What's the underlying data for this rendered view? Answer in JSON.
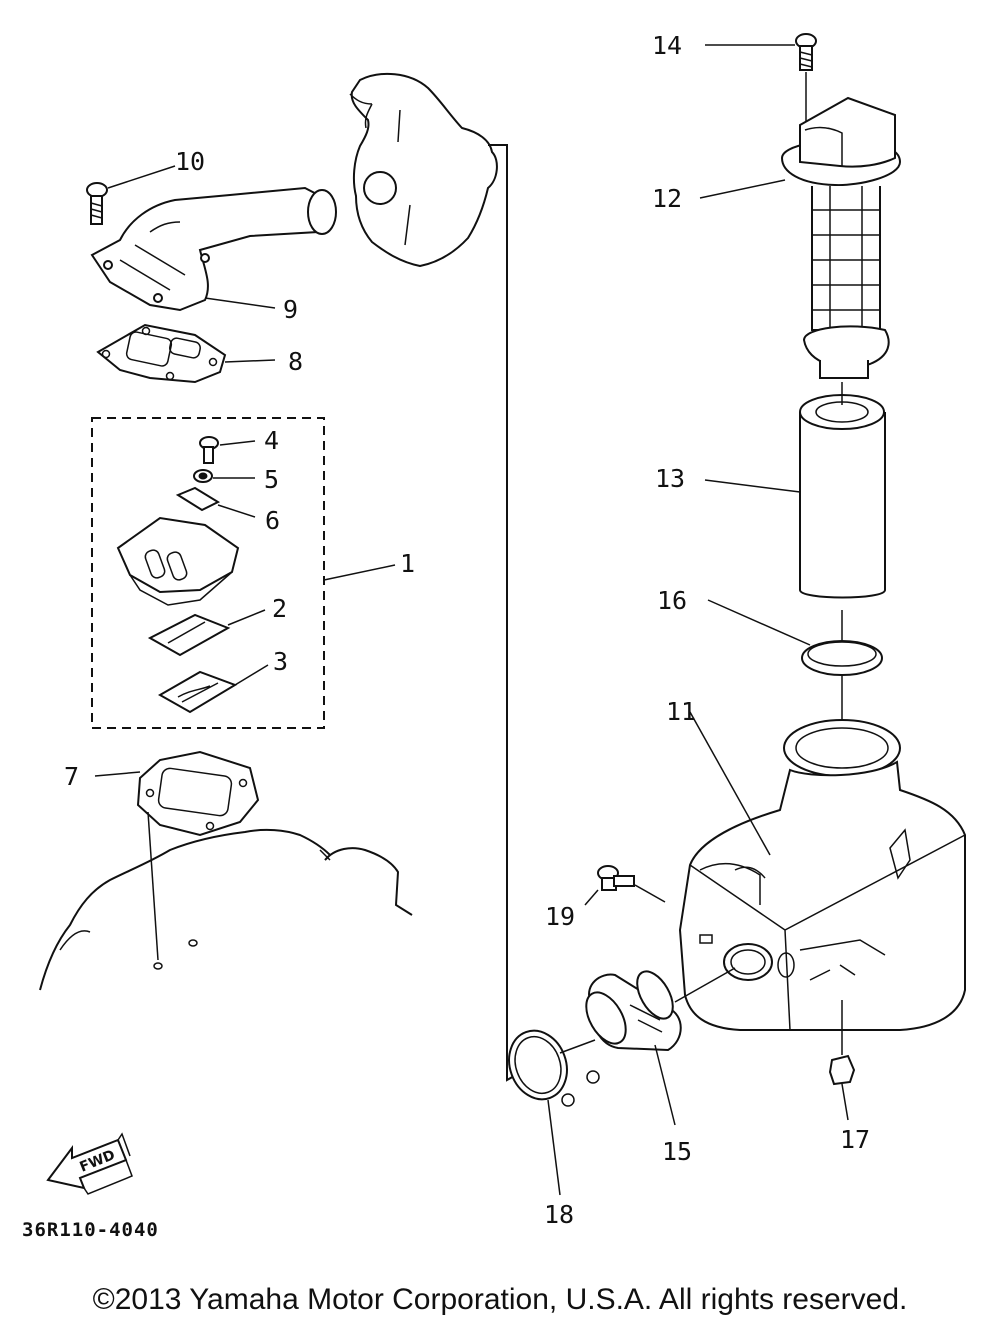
{
  "diagram": {
    "callouts": [
      "1",
      "2",
      "3",
      "4",
      "5",
      "6",
      "7",
      "8",
      "9",
      "10",
      "11",
      "12",
      "13",
      "14",
      "15",
      "16",
      "17",
      "18",
      "19"
    ],
    "part_code": "36R110-4040",
    "fwd_label": "FWD"
  },
  "footer": {
    "copyright": "©2013 Yamaha Motor Corporation, U.S.A. All rights reserved."
  }
}
